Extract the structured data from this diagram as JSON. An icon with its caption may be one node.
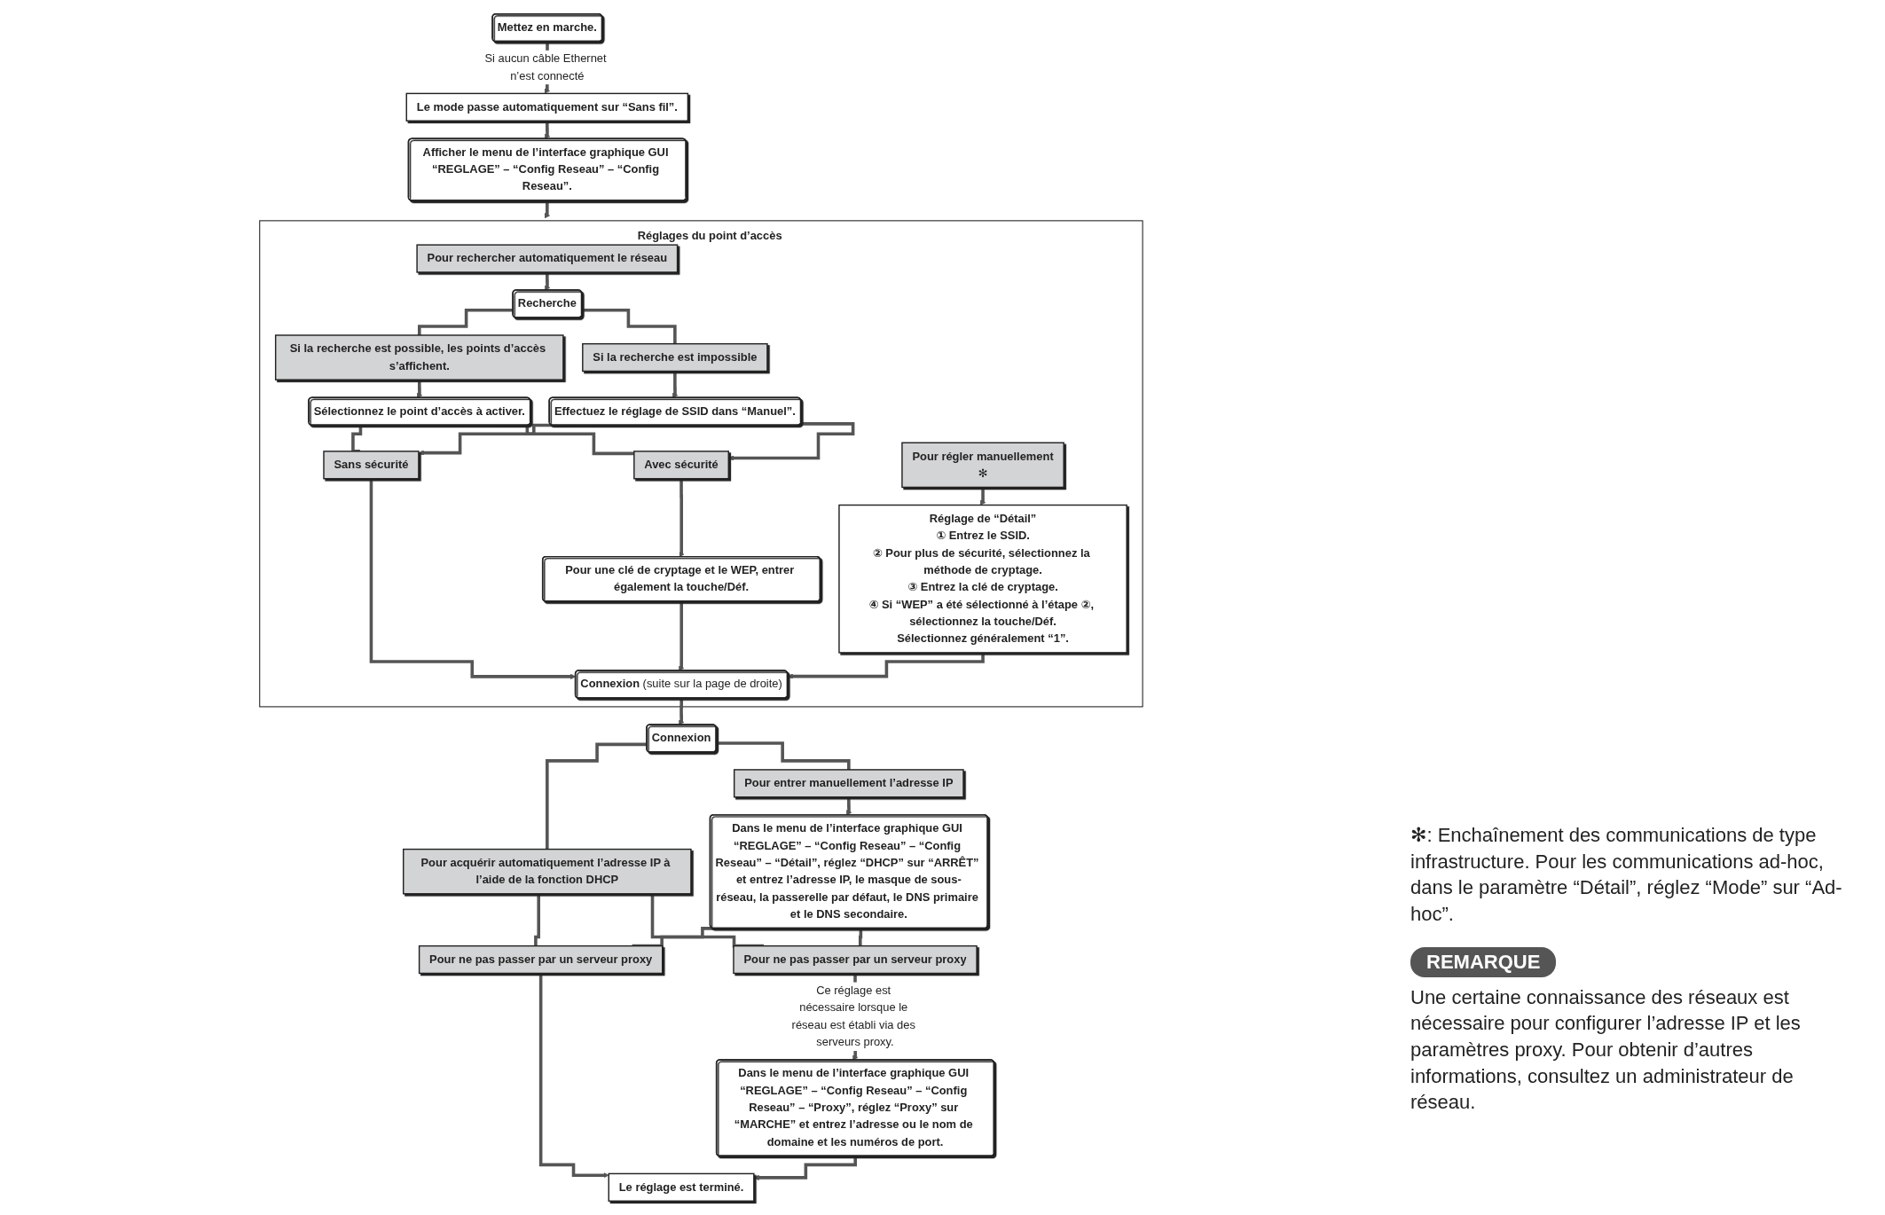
{
  "diagram": {
    "nodes": [
      {
        "text": [
          "Mettez en marche."
        ]
      },
      {
        "text": [
          "Le mode passe automatiquement sur “Sans fil”."
        ]
      },
      {
        "text": [
          "Afficher le menu de l’interface graphique GUI “REGLAGE” – “Config Reseau” – “Config Reseau”."
        ]
      },
      {
        "text": [
          "Réglages du point d’accès"
        ]
      },
      {
        "text": [
          "Pour rechercher automatiquement le réseau"
        ],
        "in": 3
      },
      {
        "text": [
          "Pour régler manuellement",
          "✻"
        ],
        "in": 3
      },
      {
        "text": [
          "Recherche"
        ],
        "in": 3
      },
      {
        "text": [
          "Si la recherche est possible, les points d’accès s’affichent."
        ],
        "in": 3
      },
      {
        "text": [
          "Si la recherche est impossible"
        ],
        "in": 3
      },
      {
        "text": [
          "Sélectionnez le point d’accès à activer."
        ],
        "in": 3
      },
      {
        "text": [
          "Effectuez le réglage de SSID dans “Manuel”."
        ],
        "in": 3
      },
      {
        "text": [
          "Sans sécurité"
        ],
        "in": 3
      },
      {
        "text": [
          "Avec sécurité"
        ],
        "in": 3
      },
      {
        "text": [
          "Pour une clé de cryptage et le WEP, entrer également la touche/Déf."
        ],
        "in": 3
      },
      {
        "text": [
          "Réglage de “Détail”",
          "① Entrez le SSID.",
          "② Pour plus de sécurité, sélectionnez la méthode de cryptage.",
          "③ Entrez la clé de cryptage.",
          "④ Si “WEP” a été sélectionné à l’étape ②, sélectionnez la touche/Déf.",
          "Sélectionnez généralement “1”."
        ],
        "in": 3
      },
      {
        "text": [
          "**Connexion** (suite sur la page de droite)"
        ],
        "in": 3
      },
      {
        "text": [
          "Connexion"
        ]
      },
      {
        "text": [
          "Pour acquérir automatiquement l’adresse IP à l’aide de la fonction DHCP"
        ]
      },
      {
        "text": [
          "Pour entrer manuellement l’adresse IP"
        ]
      },
      {
        "text": [
          "Dans le menu de l’interface graphique GUI “REGLAGE” – “Config Reseau” – “Config Reseau” – “Détail”, réglez “DHCP” sur “ARRÊT” et entrez l’adresse IP, le masque de sous-réseau, la passerelle par défaut, le DNS primaire et le DNS secondaire."
        ]
      },
      {
        "text": [
          "Pour ne pas passer par un serveur proxy"
        ]
      },
      {
        "text": [
          "Pour ne pas passer par un serveur proxy"
        ]
      },
      {
        "text": [
          "Dans le menu de l’interface graphique GUI “REGLAGE” – “Config Reseau” – “Config Reseau” – “Proxy”, réglez “Proxy” sur “MARCHE” et entrez l’adresse ou le nom de domaine et les numéros de port."
        ]
      },
      {
        "text": [
          "Le réglage est terminé."
        ]
      }
    ],
    "edges": [
      {
        "from": 0,
        "to": 1,
        "arrow": "to",
        "label": "Si aucun câble Ethernet n’est connecté"
      },
      {
        "from": 1,
        "to": 2,
        "arrow": "to"
      },
      {
        "from": 2,
        "to": 3,
        "arrow": "to"
      },
      {
        "from": 4,
        "to": 6,
        "arrow": "to"
      },
      {
        "from": 6,
        "to": 7,
        "arrow": "none"
      },
      {
        "from": 6,
        "to": 8,
        "arrow": "none"
      },
      {
        "from": 7,
        "to": 9,
        "arrow": "to"
      },
      {
        "from": 8,
        "to": 10,
        "arrow": "to"
      },
      {
        "from": 9,
        "to": 11,
        "arrow": "none"
      },
      {
        "from": 9,
        "to": 12,
        "arrow": "none"
      },
      {
        "from": 10,
        "to": 11,
        "arrow": "to"
      },
      {
        "from": 10,
        "to": 12,
        "arrow": "to"
      },
      {
        "from": 12,
        "to": 13,
        "arrow": "to"
      },
      {
        "from": 5,
        "to": 14,
        "arrow": "to"
      },
      {
        "from": 11,
        "to": 15,
        "arrow": "to"
      },
      {
        "from": 13,
        "to": 15,
        "arrow": "to"
      },
      {
        "from": 14,
        "to": 15,
        "arrow": "to"
      },
      {
        "from": 15,
        "to": 16,
        "arrow": "to"
      },
      {
        "from": 16,
        "to": 17,
        "arrow": "none"
      },
      {
        "from": 16,
        "to": 18,
        "arrow": "none"
      },
      {
        "from": 18,
        "to": 19,
        "arrow": "to"
      },
      {
        "from": 17,
        "to": 20,
        "arrow": "none"
      },
      {
        "from": 17,
        "to": 21,
        "arrow": "none"
      },
      {
        "from": 19,
        "to": 20,
        "arrow": "none"
      },
      {
        "from": 19,
        "to": 21,
        "arrow": "none"
      },
      {
        "from": 21,
        "to": 22,
        "arrow": "to",
        "label": "Ce réglage est nécessaire lorsque le réseau est établi via des serveurs proxy."
      },
      {
        "from": 20,
        "to": 23,
        "arrow": "to"
      },
      {
        "from": 22,
        "to": 23,
        "arrow": "to"
      }
    ],
    "labels": [
      "✻: Enchaînement des communications de type infrastructure. Pour les communications ad-hoc, dans le paramètre “Détail”, réglez “Mode” sur “Ad-hoc”.",
      "REMARQUE",
      "Une certaine connaissance des réseaux est nécessaire pour configurer l’adresse IP et les paramètres proxy. Pour obtenir d’autres informations, consultez un administrateur de réseau."
    ]
  }
}
